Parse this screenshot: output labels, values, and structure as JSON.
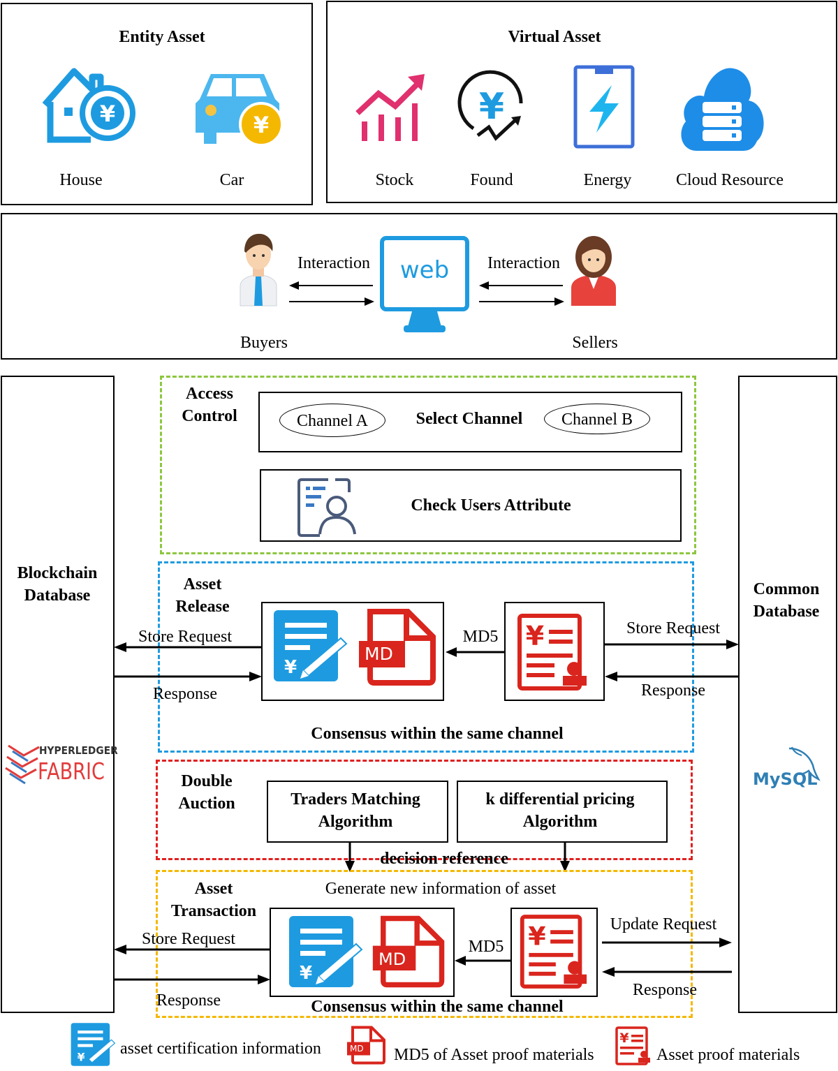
{
  "entity_asset": {
    "title": "Entity Asset",
    "items": [
      {
        "label": "House",
        "icon": "house-yen-icon"
      },
      {
        "label": "Car",
        "icon": "car-yen-icon"
      }
    ]
  },
  "virtual_asset": {
    "title": "Virtual Asset",
    "items": [
      {
        "label": "Stock",
        "icon": "stock-chart-icon"
      },
      {
        "label": "Found",
        "icon": "fund-yen-icon"
      },
      {
        "label": "Energy",
        "icon": "energy-phone-icon"
      },
      {
        "label": "Cloud Resource",
        "icon": "cloud-server-icon"
      }
    ]
  },
  "platform": {
    "web_label": "web",
    "interaction_left": "Interaction",
    "interaction_right": "Interaction",
    "buyers": "Buyers",
    "sellers": "Sellers"
  },
  "blockchain_db": {
    "line1": "Blockchain",
    "line2": "Database",
    "logo_line1": "HYPERLEDGER",
    "logo_line2": "FABRIC"
  },
  "common_db": {
    "line1": "Common",
    "line2": "Database",
    "logo": "MySQL"
  },
  "access_control": {
    "line1": "Access",
    "line2": "Control",
    "channel_a": "Channel A",
    "select_channel": "Select Channel",
    "channel_b": "Channel B",
    "check_users": "Check Users Attribute"
  },
  "asset_release": {
    "line1": "Asset",
    "line2": "Release",
    "store_request_left": "Store Request",
    "response_left": "Response",
    "md5": "MD5",
    "md_badge": "MD",
    "store_request_right": "Store Request",
    "response_right": "Response",
    "consensus": "Consensus within the same channel"
  },
  "double_auction": {
    "line1": "Double",
    "line2": "Auction",
    "alg1_line1": "Traders Matching",
    "alg1_line2": "Algorithm",
    "alg2_line1": "k differential pricing",
    "alg2_line2": "Algorithm",
    "decision": "decision reference"
  },
  "asset_transaction": {
    "line1": "Asset",
    "line2": "Transaction",
    "generate": "Generate new information of asset",
    "store_request_left": "Store Request",
    "response_left": "Response",
    "md5": "MD5",
    "md_badge": "MD",
    "update_request": "Update Request",
    "response_right": "Response",
    "consensus": "Consensus within the same channel"
  },
  "legend": {
    "cert": "asset certification information",
    "md5": "MD5 of Asset proof materials",
    "proof": "Asset proof materials",
    "md_badge": "MD"
  },
  "colors": {
    "blue": "#1e9be0",
    "red": "#d9251d",
    "green_dash": "#8dc63f",
    "blue_dash": "#1e9be0",
    "red_dash": "#e02020",
    "yellow_dash": "#f5b800",
    "pink": "#e0306e"
  }
}
